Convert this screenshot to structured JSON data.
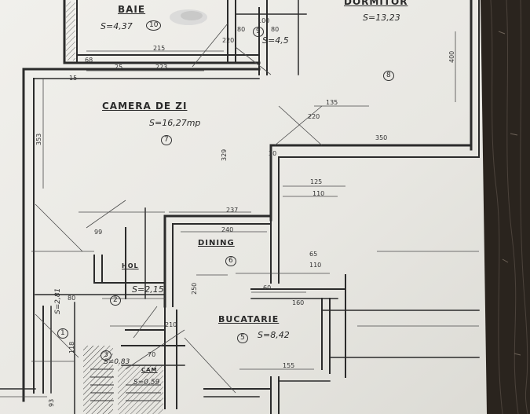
{
  "rooms": [
    {
      "key": "baie",
      "name": "BAIE",
      "area": "S=4,37",
      "num": "10"
    },
    {
      "key": "dormitor",
      "name": "DORMITOR",
      "area": "S=13,23",
      "num": "8"
    },
    {
      "key": "wc",
      "name": "",
      "area": "S=4,5",
      "num": "9"
    },
    {
      "key": "camera",
      "name": "CAMERA DE ZI",
      "area": "S=16,27mp",
      "num": "7"
    },
    {
      "key": "dining",
      "name": "DINING",
      "area": "",
      "num": "6"
    },
    {
      "key": "bucatarie",
      "name": "BUCATARIE",
      "area": "S=8,42",
      "num": "5"
    },
    {
      "key": "hol",
      "name": "HOL",
      "area": "S=2,15",
      "num": "2"
    },
    {
      "key": "cam",
      "name": "CAM",
      "area": "S=0,59",
      "num": ""
    },
    {
      "key": "wc2",
      "name": "",
      "area": "S=0,83",
      "num": "3"
    },
    {
      "key": "intrare",
      "name": "",
      "area": "S=2,81",
      "num": "1"
    }
  ],
  "dimensions": {
    "d215": "215",
    "d223": "223",
    "d68": "68",
    "d15": "15",
    "d25": "25",
    "d100": "100",
    "d80a": "80",
    "d220a": "220",
    "d80b": "80",
    "d400": "400",
    "d135": "135",
    "d220b": "220",
    "d350": "350",
    "d353": "353",
    "d329": "329",
    "d30": "30",
    "d125": "125",
    "d110": "110",
    "d237": "237",
    "d240": "240",
    "d99": "99",
    "d65": "65",
    "d110b": "110",
    "d160": "160",
    "d60": "60",
    "d210": "210",
    "d70": "70",
    "d155": "155",
    "d80c": "80",
    "d93": "93",
    "d118": "118",
    "d250": "250"
  },
  "colors": {
    "paper": "#ecebe6",
    "ink": "#2b2b2b",
    "table": "#231e19"
  }
}
